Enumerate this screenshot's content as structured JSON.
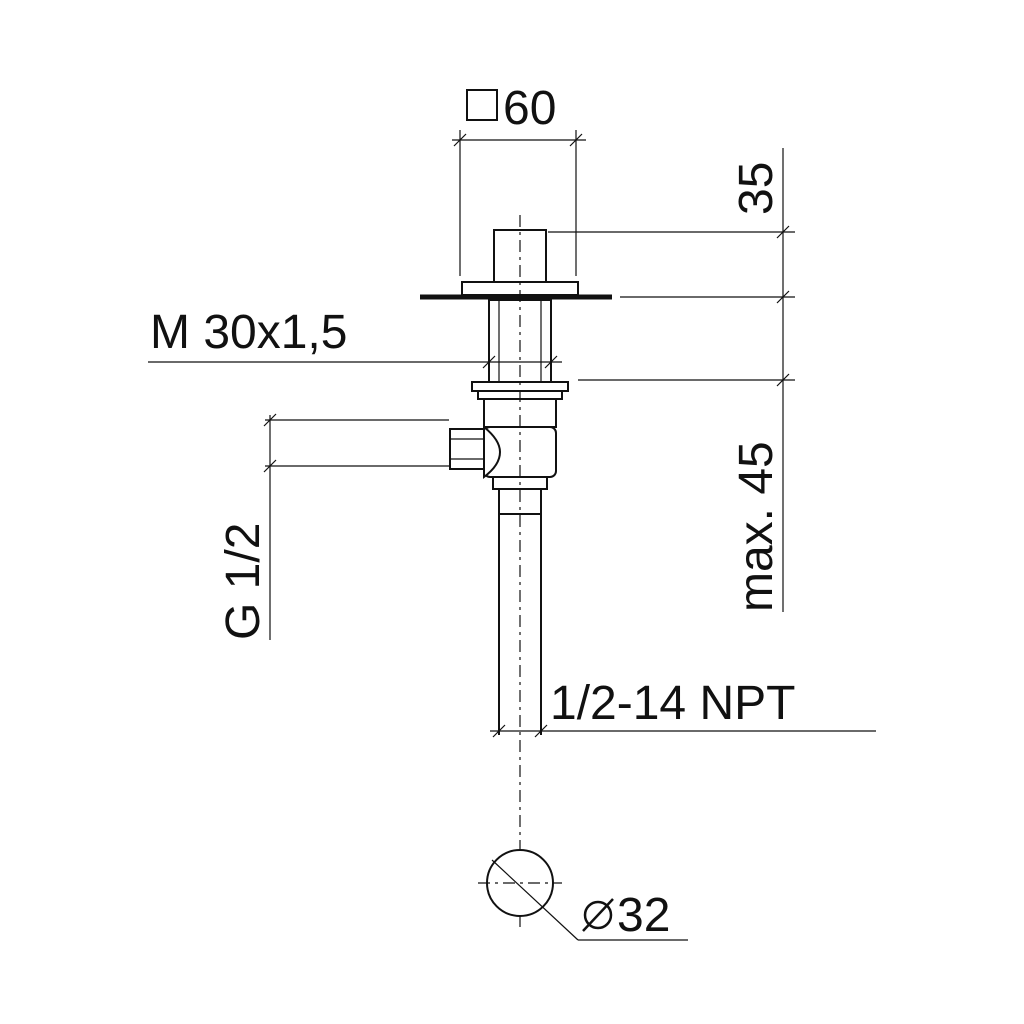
{
  "dimensions": {
    "square_size": "60",
    "top_height": "35",
    "thread_mount": "M 30x1,5",
    "max_depth": "max. 45",
    "side_thread": "G 1/2",
    "bottom_thread": "1/2-14 NPT",
    "hole_diameter": "32"
  },
  "symbols": {
    "square": "square-symbol-icon",
    "diameter": "diameter-symbol-icon"
  },
  "colors": {
    "line": "#111111",
    "background": "#ffffff"
  }
}
